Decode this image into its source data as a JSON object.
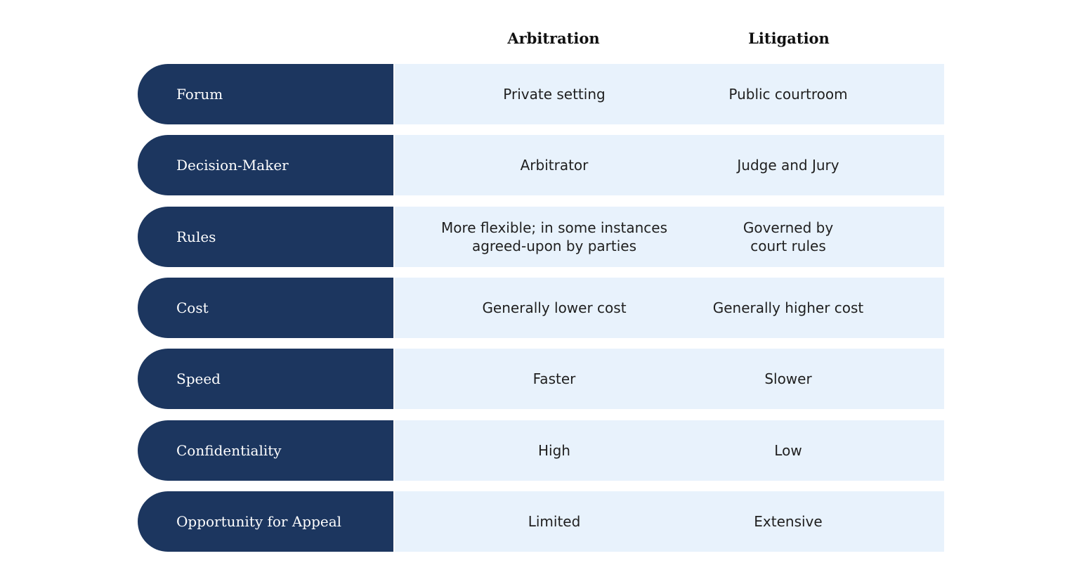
{
  "header": {
    "arbitration": "Arbitration",
    "litigation": "Litigation"
  },
  "rows": [
    {
      "label": "Forum",
      "arbitration": "Private setting",
      "litigation": "Public courtroom"
    },
    {
      "label": "Decision-Maker",
      "arbitration": "Arbitrator",
      "litigation": "Judge and Jury"
    },
    {
      "label": "Rules",
      "arbitration": "More flexible; in some instances\nagreed-upon by parties",
      "litigation": "Governed by\ncourt rules"
    },
    {
      "label": "Cost",
      "arbitration": "Generally lower cost",
      "litigation": "Generally higher cost"
    },
    {
      "label": "Speed",
      "arbitration": "Faster",
      "litigation": "Slower"
    },
    {
      "label": "Confidentiality",
      "arbitration": "High",
      "litigation": "Low"
    },
    {
      "label": "Opportunity for Appeal",
      "arbitration": "Limited",
      "litigation": "Extensive"
    }
  ],
  "colors": {
    "label_background": "#1c365f",
    "cell_background": "#e8f2fc",
    "label_text": "#ffffff",
    "cell_text": "#1f1f1f"
  }
}
